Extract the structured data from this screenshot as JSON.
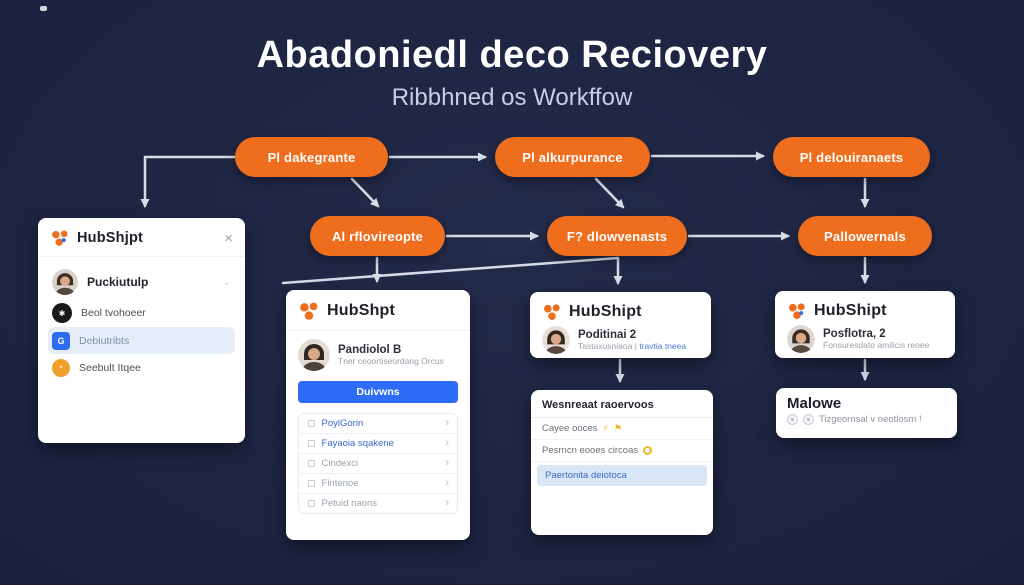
{
  "header": {
    "title": "Abadoniedl deco Reciovery",
    "subtitle": "Ribbhned os Workffow"
  },
  "flow": {
    "nodes": [
      {
        "label": "Pl dakegrante"
      },
      {
        "label": "Pl alkurpurance"
      },
      {
        "label": "Pl delouiranaets"
      },
      {
        "label": "Al rflovireopte"
      },
      {
        "label": "F? dlowvenasts"
      },
      {
        "label": "Pallowernals"
      }
    ]
  },
  "cards": {
    "contact": {
      "brand": "HubShjpt",
      "rows": [
        {
          "label": "Puckiutulp"
        },
        {
          "label": "Beol tvohoeer"
        },
        {
          "label": "Debiutribts"
        },
        {
          "label": "Seebult Itqee"
        }
      ]
    },
    "deal": {
      "brand": "HubShpt",
      "name": "Pandiolol B",
      "meta": "Tner ceoortiseordang Orcus",
      "button_label": "Duivwns",
      "menu": [
        {
          "label": "PoylGorin"
        },
        {
          "label": "Fayaoia sqakene"
        },
        {
          "label": "Cindexci"
        },
        {
          "label": "Fintenoe"
        },
        {
          "label": "Petuid naons"
        }
      ]
    },
    "profile_mid": {
      "brand": "HubShipt",
      "name": "Poditinai 2",
      "meta": "Tastaxusniaoa",
      "meta_sep": "|",
      "meta_link": "travtia tneea"
    },
    "checklist": {
      "title": "Wesnreaat raoervoos",
      "rows": [
        {
          "label": "Cayee ooces"
        },
        {
          "label": "Pesrncn eooes circoas"
        },
        {
          "label": "Paertonita deiotoca"
        }
      ]
    },
    "profile_right": {
      "brand": "HubShipt",
      "name": "Posflotra, 2",
      "meta": "Fonsuresdato amilicis reoee"
    },
    "note": {
      "title": "Malowe",
      "meta": "Tizgeornsal v neotlosm !"
    }
  },
  "glyphs": {
    "close": "×",
    "chevron": "›",
    "caret": "⌄",
    "asterisk": "✱",
    "g_letter": "G",
    "square": "▪",
    "box": "▢",
    "bolt": "⚡",
    "flag": "⚑"
  },
  "colors": {
    "background": "#1c2340",
    "pill_orange": "#ee6e1e",
    "arrow_gray": "#d7dbe6",
    "card_white": "#ffffff",
    "accent_blue": "#2e6cf5",
    "highlight_blue": "#e4edf8",
    "yellow": "#f0b429"
  }
}
